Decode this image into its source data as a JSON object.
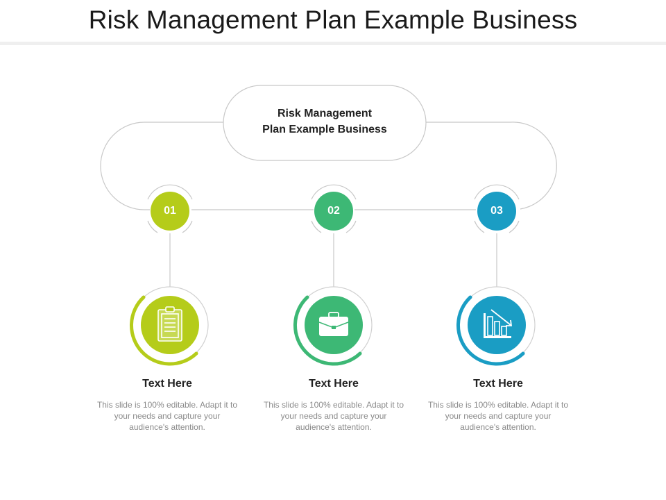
{
  "title": "Risk Management Plan Example Business",
  "center": {
    "line1": "Risk Management",
    "line2": "Plan Example Business"
  },
  "steps": [
    {
      "number": "01",
      "icon": "clipboard-icon",
      "color": "#b5cc1a",
      "title": "Text Here",
      "description": "This slide is 100% editable. Adapt it to your needs and capture your audience's attention."
    },
    {
      "number": "02",
      "icon": "briefcase-icon",
      "color": "#3db875",
      "title": "Text Here",
      "description": "This slide is 100% editable. Adapt it to your needs and capture your audience's attention."
    },
    {
      "number": "03",
      "icon": "bar-chart-decline-icon",
      "color": "#1a9dc4",
      "title": "Text Here",
      "description": "This slide is 100% editable. Adapt it to your needs and capture your audience's attention."
    }
  ]
}
